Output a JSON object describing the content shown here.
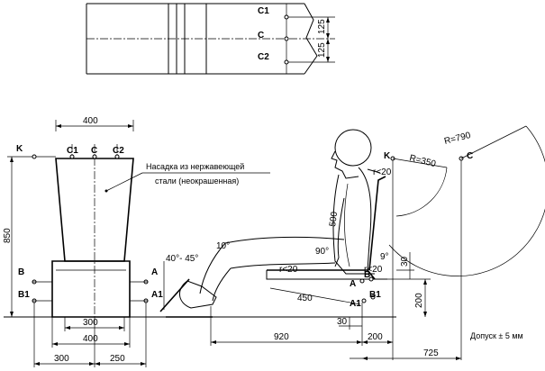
{
  "top_view": {
    "points": [
      "C1",
      "C",
      "C2"
    ],
    "dims": [
      "125",
      "125"
    ]
  },
  "front_view": {
    "dim_width_top": "400",
    "dim_height": "850",
    "dim_base_inner": "300",
    "dim_base_outer": "400",
    "dim_left": "300",
    "dim_right": "250",
    "points_top": [
      "C1",
      "C",
      "C2"
    ],
    "point_k": "K",
    "points_left": [
      "B",
      "B1"
    ],
    "points_right": [
      "A",
      "A1"
    ],
    "note_line1": "Насадка из нержавеющей",
    "note_line2": "стали (неокрашенная)"
  },
  "side_view": {
    "angle_pedal": "40°- 45°",
    "angle_thigh": "10°",
    "angle_knee": "90°",
    "angle_back": "9°",
    "r_heel": "r<20",
    "r_seat": "r<20",
    "r_head": "r<20",
    "dim_torso": "500",
    "dim_seat": "450",
    "dim_30_vert": "30",
    "dim_200_vert": "200",
    "dim_30_horiz": "30",
    "dim_920": "920",
    "dim_200_horiz": "200",
    "dim_725": "725",
    "r_350": "R=350",
    "r_790": "R=790",
    "point_k": "K",
    "point_c": "C",
    "points_b": [
      "B",
      "B1"
    ],
    "points_a": [
      "A",
      "A1"
    ],
    "tolerance": "Допуск ± 5 мм"
  }
}
